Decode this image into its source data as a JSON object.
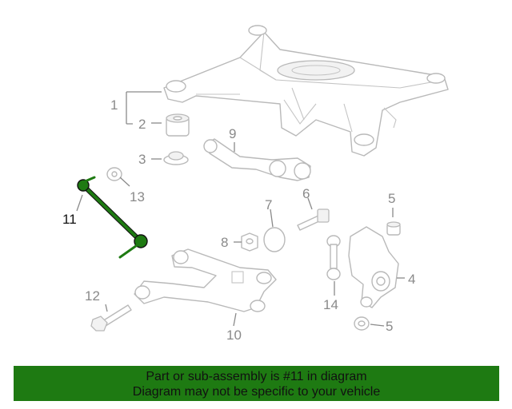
{
  "diagram": {
    "highlight_color": "#1e7a12",
    "callout_color": "#8a8a8a",
    "callouts": {
      "c1": "1",
      "c2": "2",
      "c3": "3",
      "c4": "4",
      "c5a": "5",
      "c5b": "5",
      "c6": "6",
      "c7": "7",
      "c8": "8",
      "c9": "9",
      "c10": "10",
      "c11": "11",
      "c12": "12",
      "c13": "13",
      "c14": "14"
    }
  },
  "banner": {
    "line1": "Part or sub-assembly is #11 in diagram",
    "line2": "Diagram may not be specific to your vehicle",
    "background": "#1e7a12"
  }
}
